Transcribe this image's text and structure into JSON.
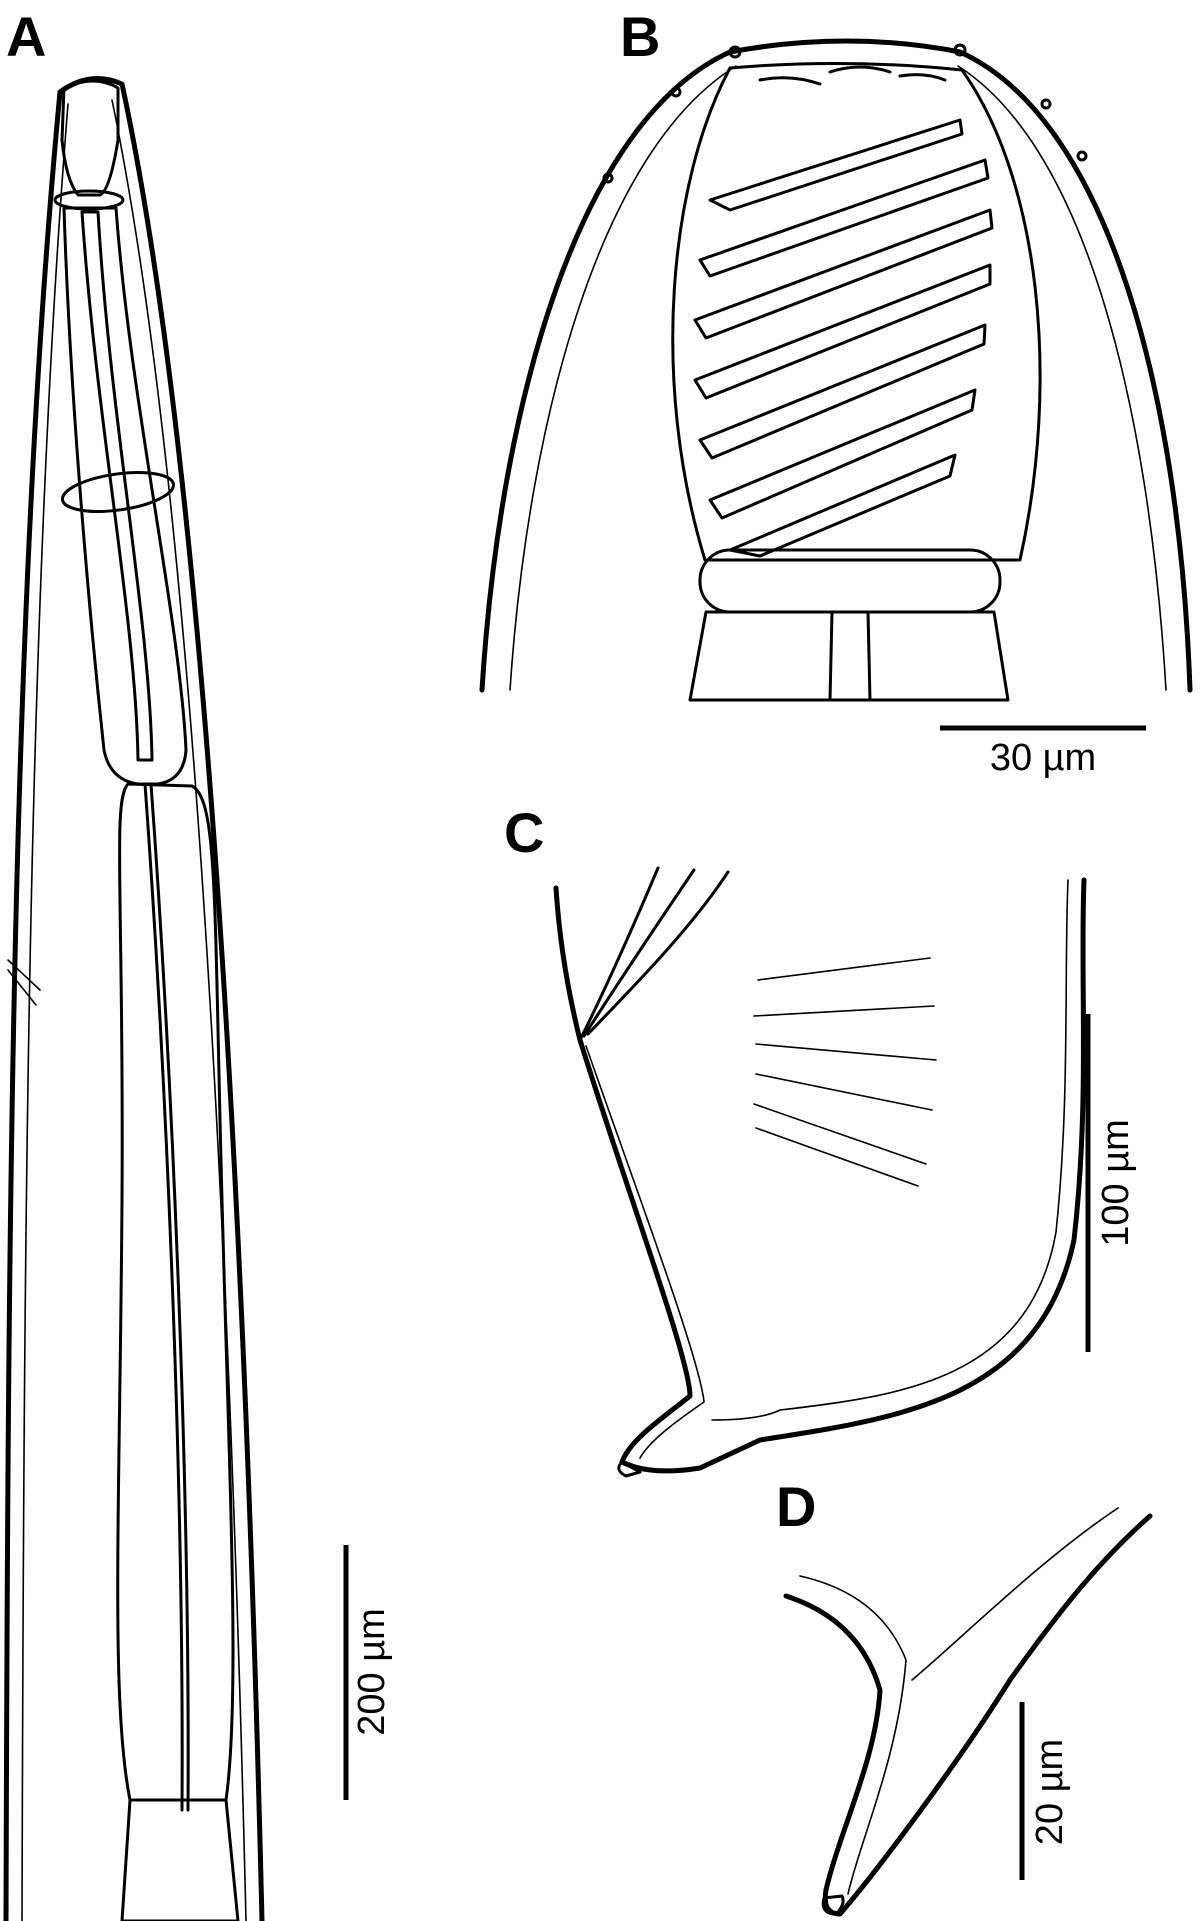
{
  "panels": [
    {
      "label": "A",
      "scale_bar": "200 µm"
    },
    {
      "label": "B",
      "scale_bar": "30 µm"
    },
    {
      "label": "C",
      "scale_bar": "100 µm"
    },
    {
      "label": "D",
      "scale_bar": "20 µm"
    }
  ],
  "colors": {
    "ink": "#000000",
    "background": "#ffffff"
  }
}
